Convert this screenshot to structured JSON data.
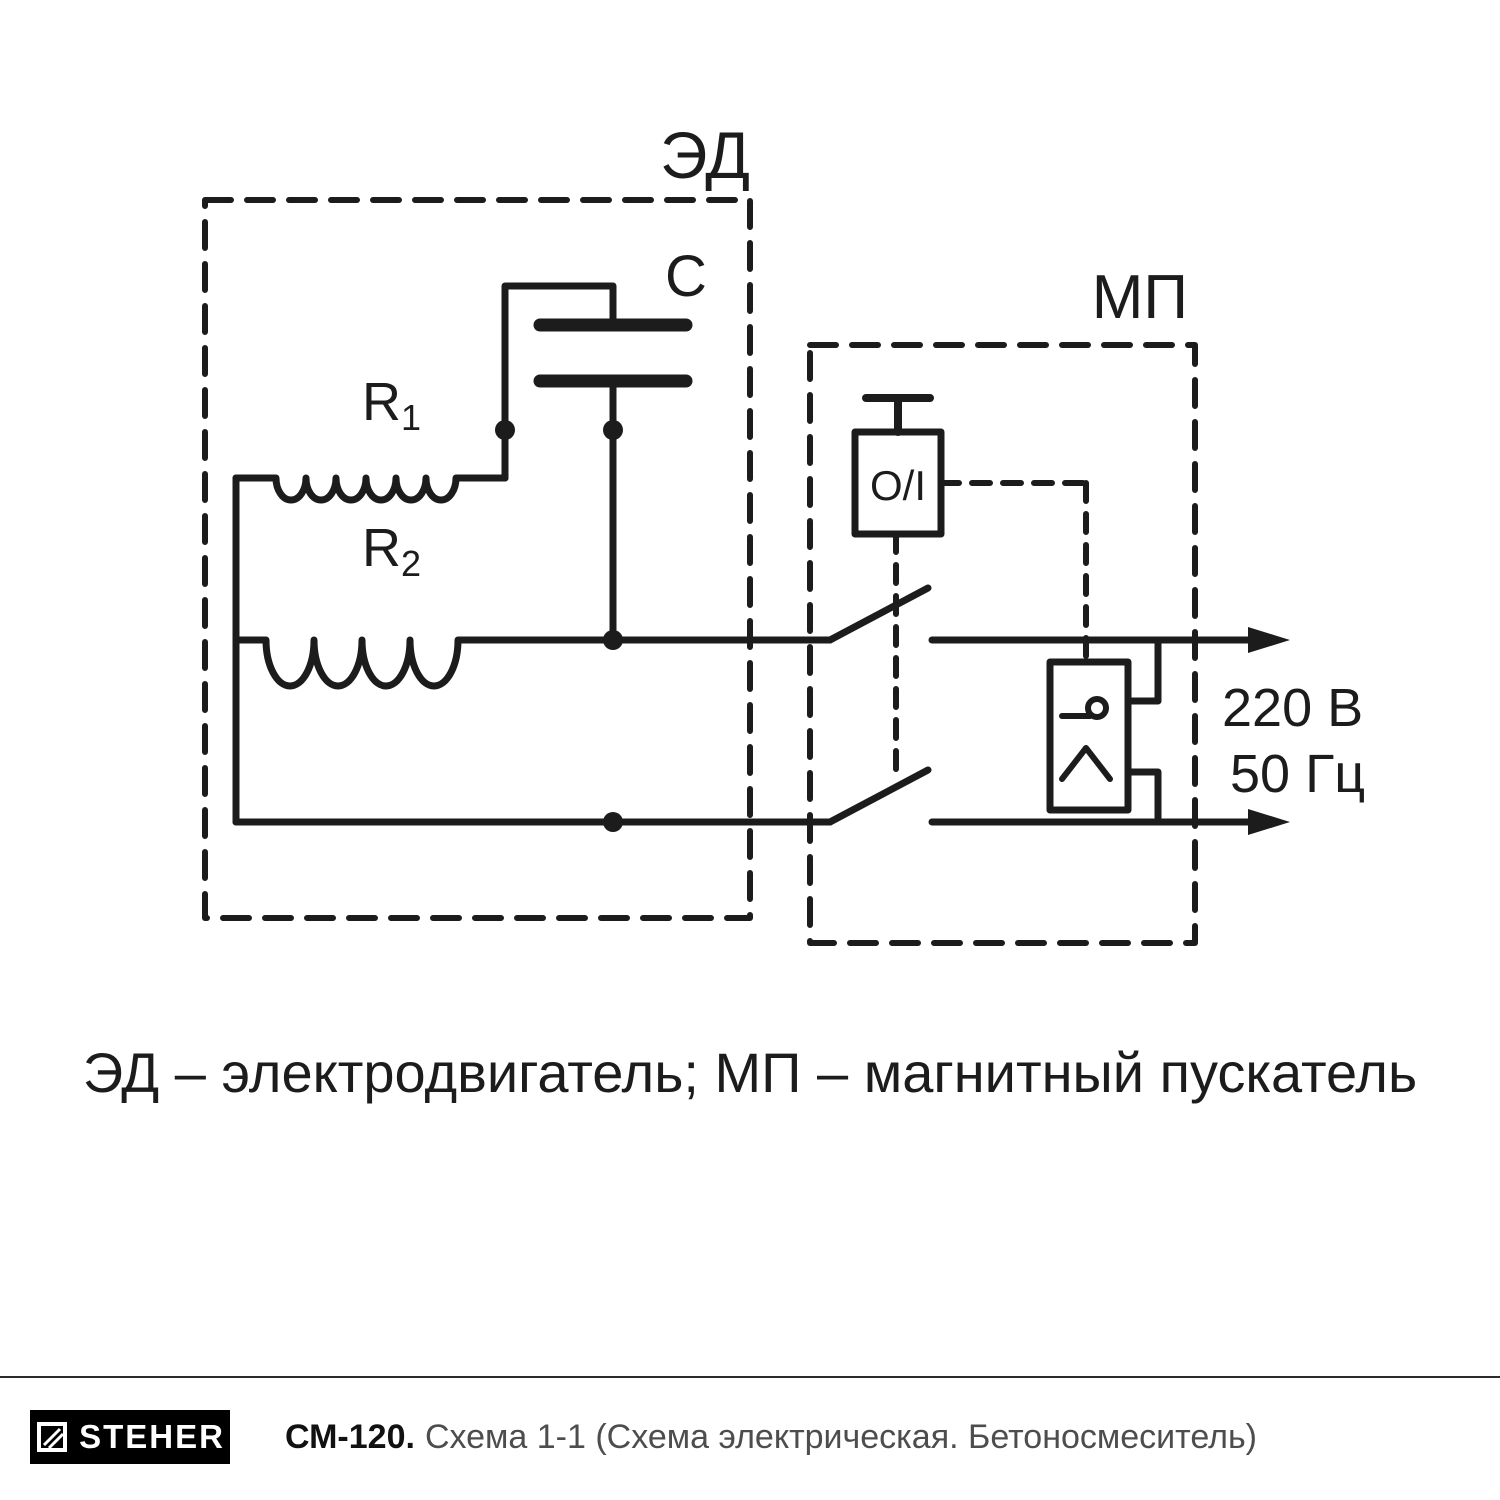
{
  "diagram": {
    "motor_box_label": "ЭД",
    "starter_box_label": "МП",
    "capacitor_label": "C",
    "winding1": {
      "base": "R",
      "sub": "1"
    },
    "winding2": {
      "base": "R",
      "sub": "2"
    },
    "button_label": "O/I",
    "voltage": "220 В",
    "frequency": "50 Гц"
  },
  "caption": "ЭД – электродвигатель; МП – магнитный пускатель",
  "footer": {
    "brand": "STEHER",
    "model": "СМ-120.",
    "description": "Схема 1-1 (Схема электрическая. Бетоносмеситель)"
  },
  "colors": {
    "line": "#1c1c1c",
    "background": "#ffffff",
    "logo_background": "#000000",
    "footer_text": "#4d4d4d"
  }
}
